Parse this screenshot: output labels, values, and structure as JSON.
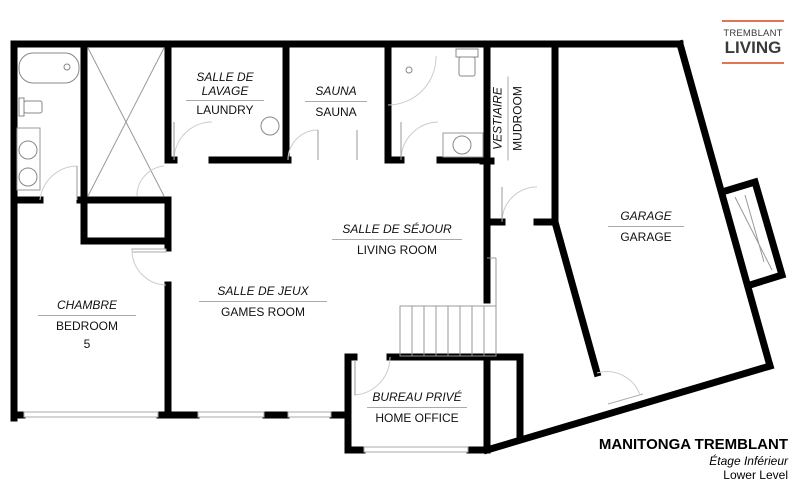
{
  "logo": {
    "line1": "TREMBLANT",
    "line2": "LIVING",
    "accent_color": "#e07555"
  },
  "title_block": {
    "property_name": "MANITONGA TREMBLANT",
    "level_fr": "Étage Inférieur",
    "level_en": "Lower Level"
  },
  "rooms": {
    "laundry": {
      "fr_line1": "SALLE DE",
      "fr_line2": "LAVAGE",
      "en": "LAUNDRY"
    },
    "sauna": {
      "fr": "SAUNA",
      "en": "SAUNA"
    },
    "mudroom": {
      "fr": "VESTIAIRE",
      "en": "MUDROOM"
    },
    "garage": {
      "fr": "GARAGE",
      "en": "GARAGE"
    },
    "living_room": {
      "fr": "SALLE DE SÉJOUR",
      "en": "LIVING ROOM"
    },
    "games_room": {
      "fr": "SALLE DE JEUX",
      "en": "GAMES ROOM"
    },
    "bedroom": {
      "fr": "CHAMBRE",
      "en": "BEDROOM",
      "number": "5"
    },
    "home_office": {
      "fr": "BUREAU PRIVÉ",
      "en": "HOME OFFICE"
    }
  },
  "colors": {
    "wall": "#000000",
    "fixture": "#888888",
    "door_arc": "#cccccc"
  }
}
